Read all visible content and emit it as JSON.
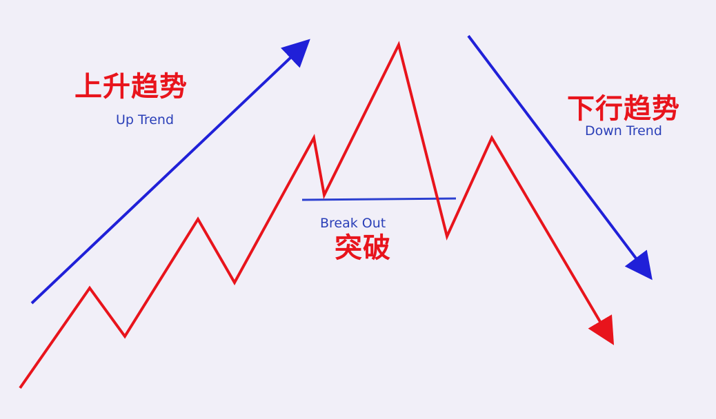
{
  "labels": {
    "up_trend_cn": "上升趋势",
    "up_trend_en": "Up Trend",
    "down_trend_cn": "下行趋势",
    "down_trend_en": "Down Trend",
    "break_out_en": "Break Out",
    "break_out_cn": "突破"
  },
  "colors": {
    "background": "#f1eff8",
    "price_line": "#e8141c",
    "trend_arrow": "#2020d8",
    "breakout_line": "#2b3fd0",
    "chinese_text": "#e8141c",
    "english_text": "#2a3fb8"
  },
  "icons": {
    "up_arrow": "arrow-up-right-icon",
    "down_arrow": "arrow-down-right-icon",
    "price_arrow": "arrow-down-right-icon"
  }
}
